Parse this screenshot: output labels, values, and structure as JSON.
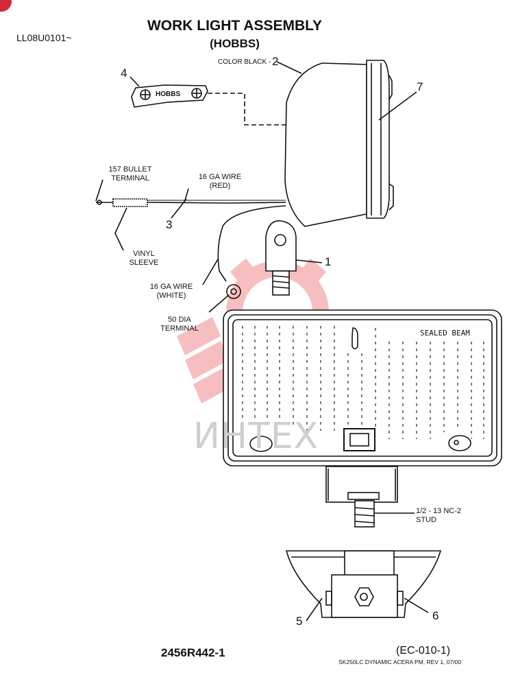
{
  "header": {
    "code": "LL08U0101~",
    "title": "WORK LIGHT ASSEMBLY",
    "subtitle": "(HOBBS)"
  },
  "callouts": {
    "c1": "1",
    "c2": "2",
    "c3": "3",
    "c4": "4",
    "c5": "5",
    "c6": "6",
    "c7": "7"
  },
  "labels": {
    "color": "COLOR  BLACK -",
    "hobbs": "HOBBS",
    "bullet": [
      "157 BULLET",
      "TERMINAL"
    ],
    "red_wire": [
      "16 GA  WIRE",
      "(RED)"
    ],
    "vinyl": [
      "VINYL",
      "SLEEVE"
    ],
    "white_wire": [
      "16 GA  WIRE",
      "(WHITE)"
    ],
    "dia_terminal": [
      "50 DIA",
      "TERMINAL"
    ],
    "sealed_beam": "SEALED  BEAM",
    "stud": [
      "1/2 - 13 NC-2",
      "STUD"
    ],
    "watermark": "ИНТЕХ"
  },
  "footer": {
    "part": "2456R442-1",
    "ref": "(EC-010-1)",
    "doc": "SK250LC DYNAMIC ACERA PM, REV  1, 07/00"
  },
  "colors": {
    "line": "#111111",
    "watermark": "#f4a9a9",
    "corner_badge": "#d9263a"
  }
}
